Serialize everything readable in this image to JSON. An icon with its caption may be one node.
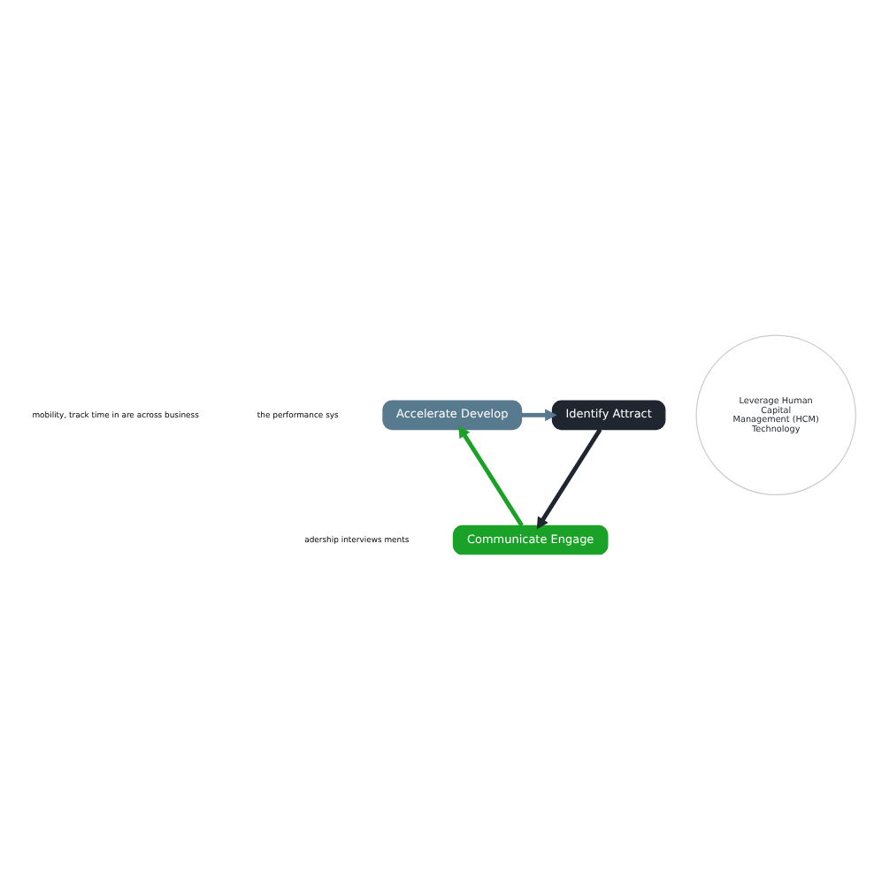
{
  "diagram": {
    "nodes": [
      {
        "text": [
          "Accelerate Develop"
        ]
      },
      {
        "text": [
          "Identify Attract"
        ]
      },
      {
        "text": [
          "Leverage Human Capital Management (HCM) Technology"
        ]
      },
      {
        "text": [
          "Communicate Engage"
        ]
      }
    ],
    "edges": [
      {
        "from": 0,
        "to": 1,
        "arrow": "to",
        "color": "#587a8f"
      },
      {
        "from": 1,
        "to": 3,
        "arrow": "to",
        "color": "#1f2630"
      },
      {
        "from": 3,
        "to": 0,
        "arrow": "to",
        "color": "#1aa127"
      }
    ],
    "labels": [
      "mobility, track time in are across business",
      "the performance sys",
      "adership interviews ments"
    ]
  }
}
